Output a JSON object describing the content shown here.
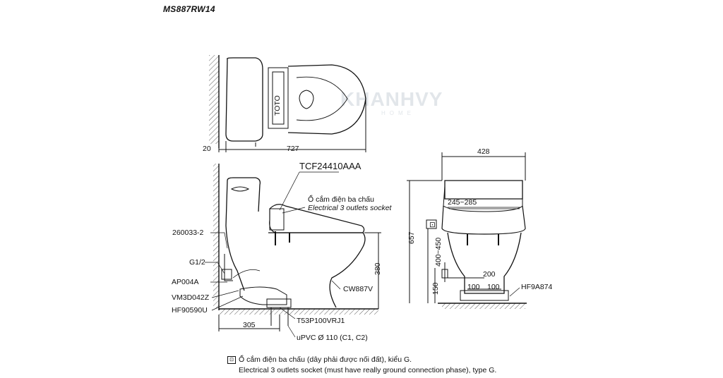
{
  "model": "MS887RW14",
  "watermark": {
    "main": "KHANHVY",
    "sub": "HOME"
  },
  "top_view": {
    "dim_wall": "20",
    "dim_length": "727",
    "panel_text": "TOTO"
  },
  "side_view": {
    "seat_model": "TCF24410AAA",
    "socket_vi": "Ổ cắm điện ba chấu",
    "socket_en": "Electrical 3 outlets socket",
    "parts_left": [
      "260033-2",
      "G1/2",
      "AP004A",
      "VM3D042Z",
      "HF90590U"
    ],
    "bowl_model": "CW887V",
    "dim_380": "380",
    "dim_305": "305",
    "flange": "T53P100VRJ1",
    "pipe": "uPVC Ø 110 (C1, C2)"
  },
  "front_view": {
    "dim_width": "428",
    "dim_range": "245~285",
    "dim_height": "657",
    "dim_socket": "400~450",
    "dim_150": "150",
    "dim_200": "200",
    "dim_100a": "100",
    "dim_100b": "100",
    "bolt": "HF9A874"
  },
  "note": {
    "symbol": "⊡",
    "line_vi": "Ổ cắm điện ba chấu (dây phải được nối đất), kiểu G.",
    "line_en": "Electrical 3 outlets socket (must have really ground connection phase), type G."
  }
}
